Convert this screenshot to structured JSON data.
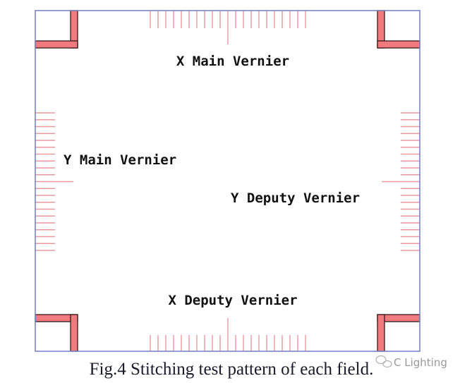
{
  "figure": {
    "labels": {
      "x_main": "X Main Vernier",
      "y_main": "Y Main Vernier",
      "y_deputy": "Y Deputy Vernier",
      "x_deputy": "X Deputy Vernier"
    },
    "caption": "Fig.4 Stitching test pattern of each field.",
    "watermark": "C Lighting",
    "vernier": {
      "ticks_per_side": 10,
      "center_tick_long": true
    },
    "colors": {
      "frame": "#7b86c4",
      "tick": "#e89aa0",
      "corner_fill": "#f07a7e",
      "corner_stroke": "#3a1a1a"
    }
  }
}
